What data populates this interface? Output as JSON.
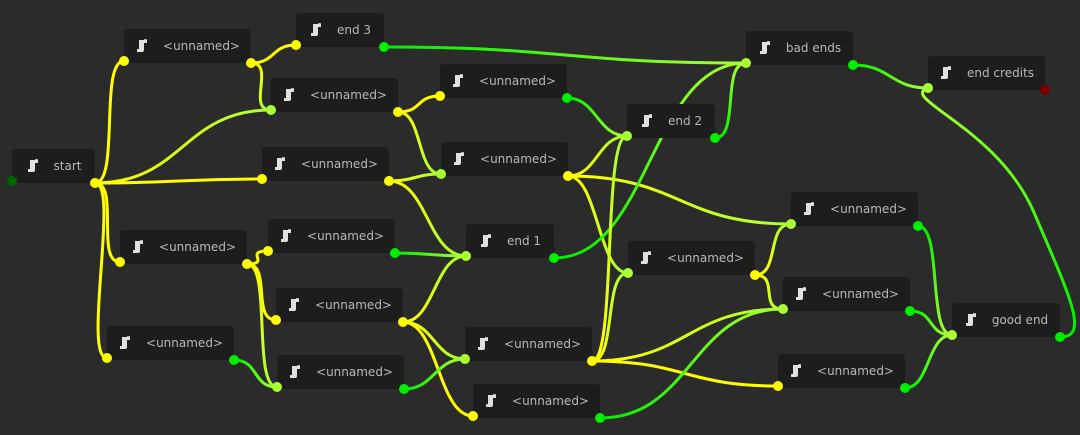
{
  "colors": {
    "background": "#2b2b2b",
    "node": "#1d1d1d",
    "yellow": "#ffff00",
    "yellow_green": "#aaff33",
    "green": "#00ee00",
    "start_in": "#006600",
    "credits_out": "#7a0000"
  },
  "nodes": [
    {
      "id": "start",
      "title": "start",
      "in": "start_in",
      "out": "yellow"
    },
    {
      "id": "A",
      "title": "<unnamed>",
      "in": "yellow",
      "out": "yellow"
    },
    {
      "id": "end3",
      "title": "end 3",
      "in": "yellow",
      "out": "green"
    },
    {
      "id": "B",
      "title": "<unnamed>",
      "in": "yellow_green",
      "out": "yellow"
    },
    {
      "id": "C",
      "title": "<unnamed>",
      "in": "yellow",
      "out": "green"
    },
    {
      "id": "D",
      "title": "<unnamed>",
      "in": "yellow",
      "out": "yellow"
    },
    {
      "id": "E",
      "title": "<unnamed>",
      "in": "yellow_green",
      "out": "yellow"
    },
    {
      "id": "F",
      "title": "<unnamed>",
      "in": "yellow",
      "out": "yellow"
    },
    {
      "id": "G",
      "title": "<unnamed>",
      "in": "yellow",
      "out": "green"
    },
    {
      "id": "end1",
      "title": "end 1",
      "in": "yellow_green",
      "out": "green"
    },
    {
      "id": "H",
      "title": "<unnamed>",
      "in": "yellow",
      "out": "yellow"
    },
    {
      "id": "I",
      "title": "<unnamed>",
      "in": "yellow",
      "out": "green"
    },
    {
      "id": "J",
      "title": "<unnamed>",
      "in": "yellow_green",
      "out": "green"
    },
    {
      "id": "K",
      "title": "<unnamed>",
      "in": "yellow_green",
      "out": "yellow"
    },
    {
      "id": "L",
      "title": "<unnamed>",
      "in": "yellow",
      "out": "green"
    },
    {
      "id": "end2",
      "title": "end 2",
      "in": "yellow_green",
      "out": "green"
    },
    {
      "id": "bad",
      "title": "bad ends",
      "in": "yellow_green",
      "out": "green"
    },
    {
      "id": "credits",
      "title": "end credits",
      "in": "yellow_green",
      "out": "credits_out"
    },
    {
      "id": "M",
      "title": "<unnamed>",
      "in": "yellow_green",
      "out": "green"
    },
    {
      "id": "N",
      "title": "<unnamed>",
      "in": "yellow_green",
      "out": "yellow"
    },
    {
      "id": "O",
      "title": "<unnamed>",
      "in": "yellow_green",
      "out": "green"
    },
    {
      "id": "P",
      "title": "<unnamed>",
      "in": "yellow",
      "out": "green"
    },
    {
      "id": "good",
      "title": "good end",
      "in": "yellow_green",
      "out": "green"
    }
  ],
  "edges": [
    [
      "start",
      "A"
    ],
    [
      "start",
      "B"
    ],
    [
      "start",
      "D"
    ],
    [
      "start",
      "F"
    ],
    [
      "start",
      "I"
    ],
    [
      "A",
      "end3"
    ],
    [
      "A",
      "B"
    ],
    [
      "end3",
      "bad"
    ],
    [
      "B",
      "C"
    ],
    [
      "B",
      "E"
    ],
    [
      "D",
      "E"
    ],
    [
      "D",
      "end1"
    ],
    [
      "C",
      "end2"
    ],
    [
      "E",
      "end2"
    ],
    [
      "E",
      "M"
    ],
    [
      "E",
      "N"
    ],
    [
      "end1",
      "bad"
    ],
    [
      "end2",
      "bad"
    ],
    [
      "F",
      "G"
    ],
    [
      "F",
      "H"
    ],
    [
      "F",
      "J"
    ],
    [
      "G",
      "end1"
    ],
    [
      "H",
      "end1"
    ],
    [
      "H",
      "K"
    ],
    [
      "H",
      "L"
    ],
    [
      "I",
      "J"
    ],
    [
      "J",
      "K"
    ],
    [
      "K",
      "end2"
    ],
    [
      "K",
      "N"
    ],
    [
      "K",
      "O"
    ],
    [
      "K",
      "P"
    ],
    [
      "L",
      "O"
    ],
    [
      "M",
      "good"
    ],
    [
      "N",
      "M"
    ],
    [
      "N",
      "O"
    ],
    [
      "O",
      "good"
    ],
    [
      "P",
      "good"
    ],
    [
      "bad",
      "credits"
    ],
    [
      "good",
      "credits"
    ]
  ]
}
